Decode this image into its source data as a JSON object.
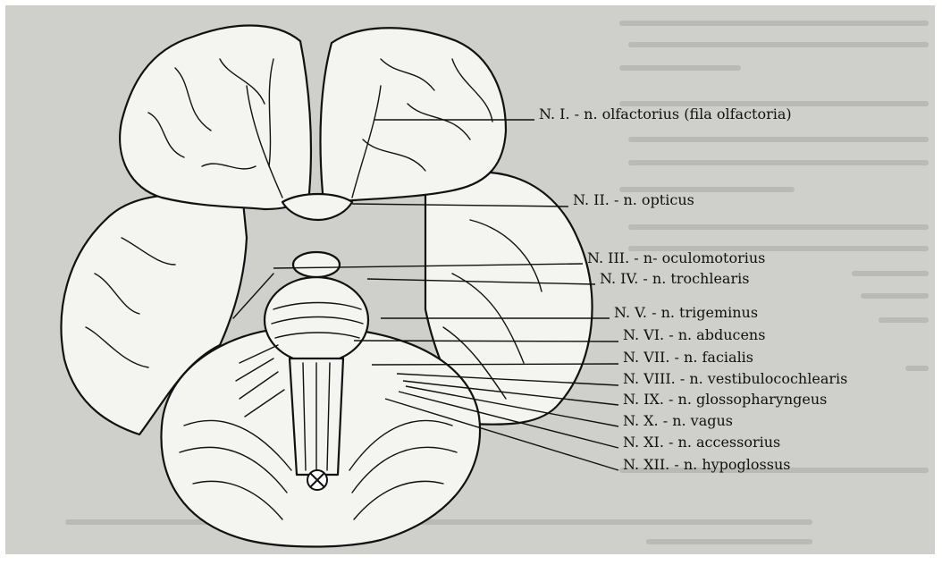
{
  "diagram": {
    "labels": [
      {
        "id": "n1",
        "text": "N. I. - n. olfactorius (fila olfactoria)"
      },
      {
        "id": "n2",
        "text": "N. II. - n. opticus"
      },
      {
        "id": "n3",
        "text": "N. III. - n- oculomotorius"
      },
      {
        "id": "n4",
        "text": "N. IV. - n. trochlearis"
      },
      {
        "id": "n5",
        "text": "N. V. - n. trigeminus"
      },
      {
        "id": "n6",
        "text": "N. VI. - n. abducens"
      },
      {
        "id": "n7",
        "text": "N. VII. - n. facialis"
      },
      {
        "id": "n8",
        "text": "N. VIII. - n. vestibulocochlearis"
      },
      {
        "id": "n9",
        "text": "N. IX. - n. glossopharyngeus"
      },
      {
        "id": "n10",
        "text": "N. X. - n. vagus"
      },
      {
        "id": "n11",
        "text": "N. XI. - n. accessorius"
      },
      {
        "id": "n12",
        "text": "N. XII. - n. hypoglossus"
      }
    ]
  },
  "colors": {
    "page": "#cfcfcb",
    "ink": "#111111",
    "drawing_fill": "#f4f4f0",
    "ghost_text": "#b9b9b5"
  }
}
